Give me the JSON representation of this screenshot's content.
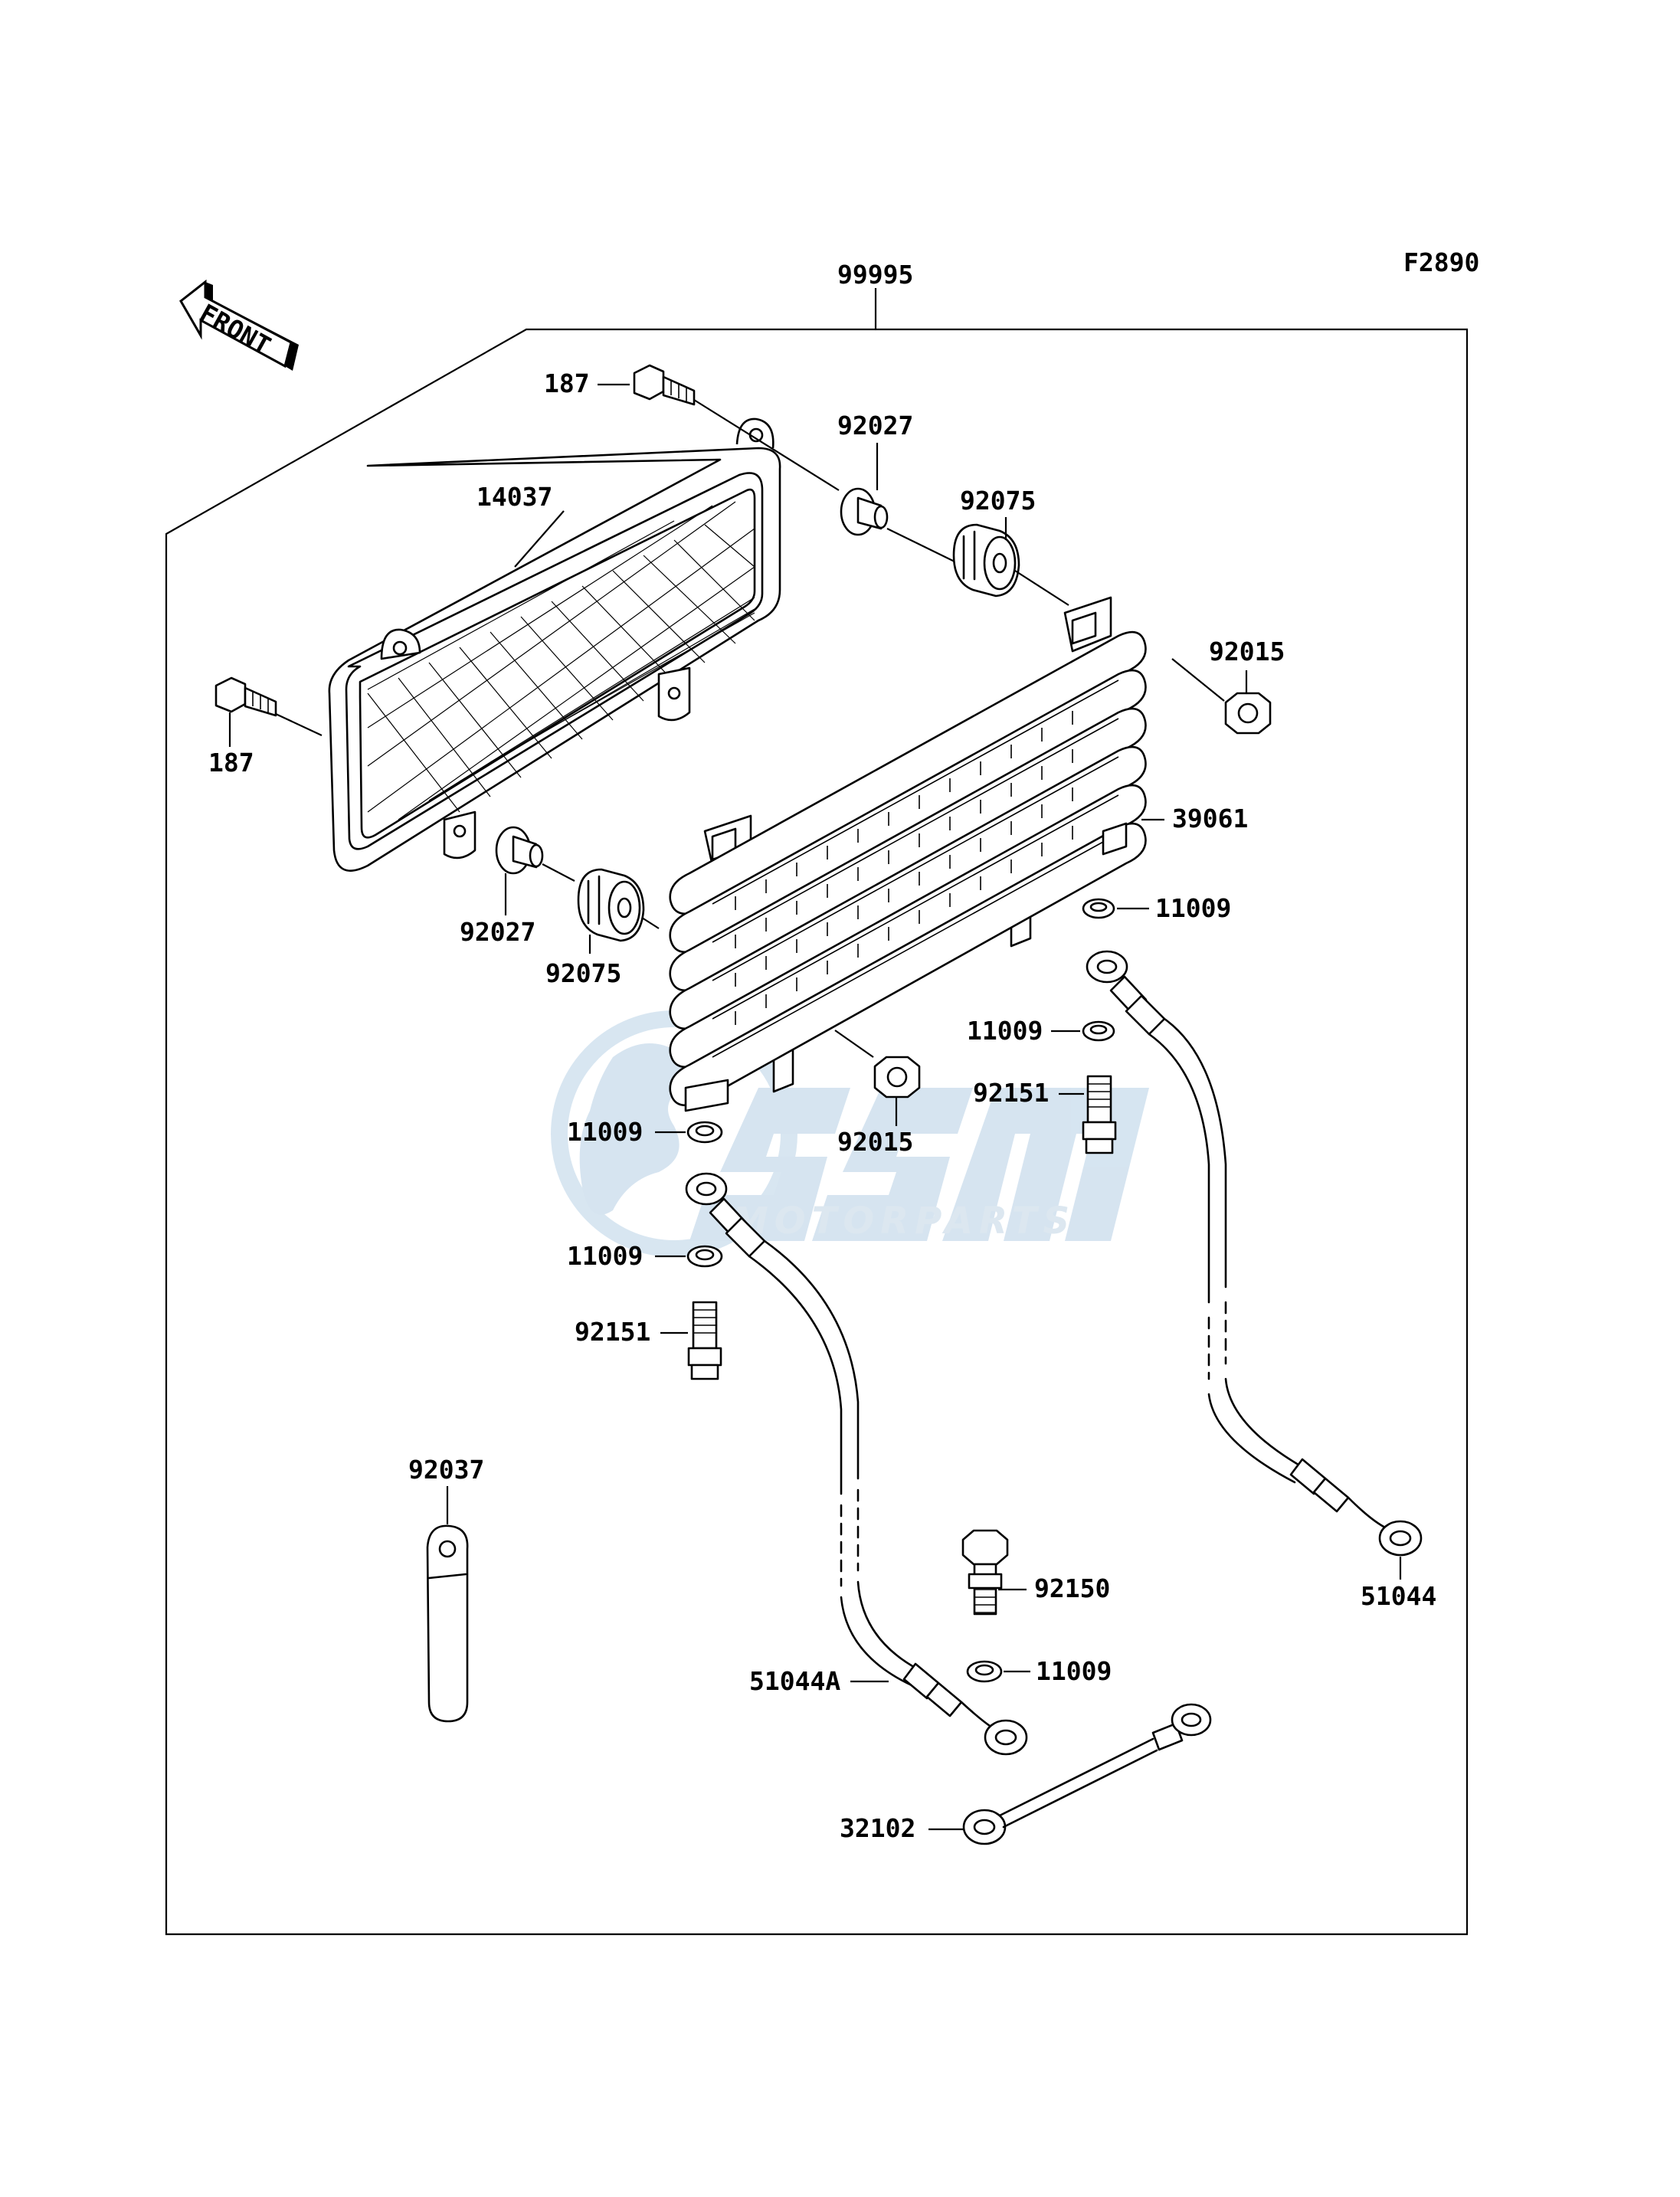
{
  "figure_code": "F2890",
  "front_arrow_label": "FRONT",
  "parts": {
    "kit": "99995",
    "bolt_top": "187",
    "bolt_left": "187",
    "screen": "14037",
    "collar_top": "92027",
    "collar_bottom": "92027",
    "grommet_top": "92075",
    "grommet_bottom": "92075",
    "nut_top": "92015",
    "nut_bottom": "92015",
    "oil_cooler": "39061",
    "gasket_1": "11009",
    "gasket_2": "11009",
    "gasket_3": "11009",
    "gasket_4": "11009",
    "gasket_5": "11009",
    "banjo_bolt_right": "92151",
    "banjo_bolt_left": "92151",
    "strap": "92037",
    "bolt_92150": "92150",
    "hose_right": "51044",
    "hose_left": "51044A",
    "pipe": "32102"
  },
  "watermark": {
    "brand": "OSM",
    "sub": "MOTORPARTS",
    "color": "#cfe0ee"
  }
}
